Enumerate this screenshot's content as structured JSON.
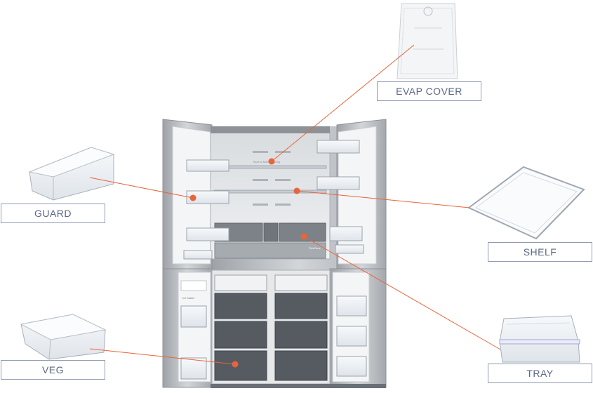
{
  "labels": {
    "evap_cover": "EVAP COVER",
    "guard": "GUARD",
    "shelf": "SHELF",
    "veg": "VEG",
    "tray": "TRAY"
  },
  "colors": {
    "leader_line": "#e8643a",
    "label_border": "#8f9bb3",
    "label_text": "#5b6785",
    "stainless": "#b9bcc0"
  }
}
